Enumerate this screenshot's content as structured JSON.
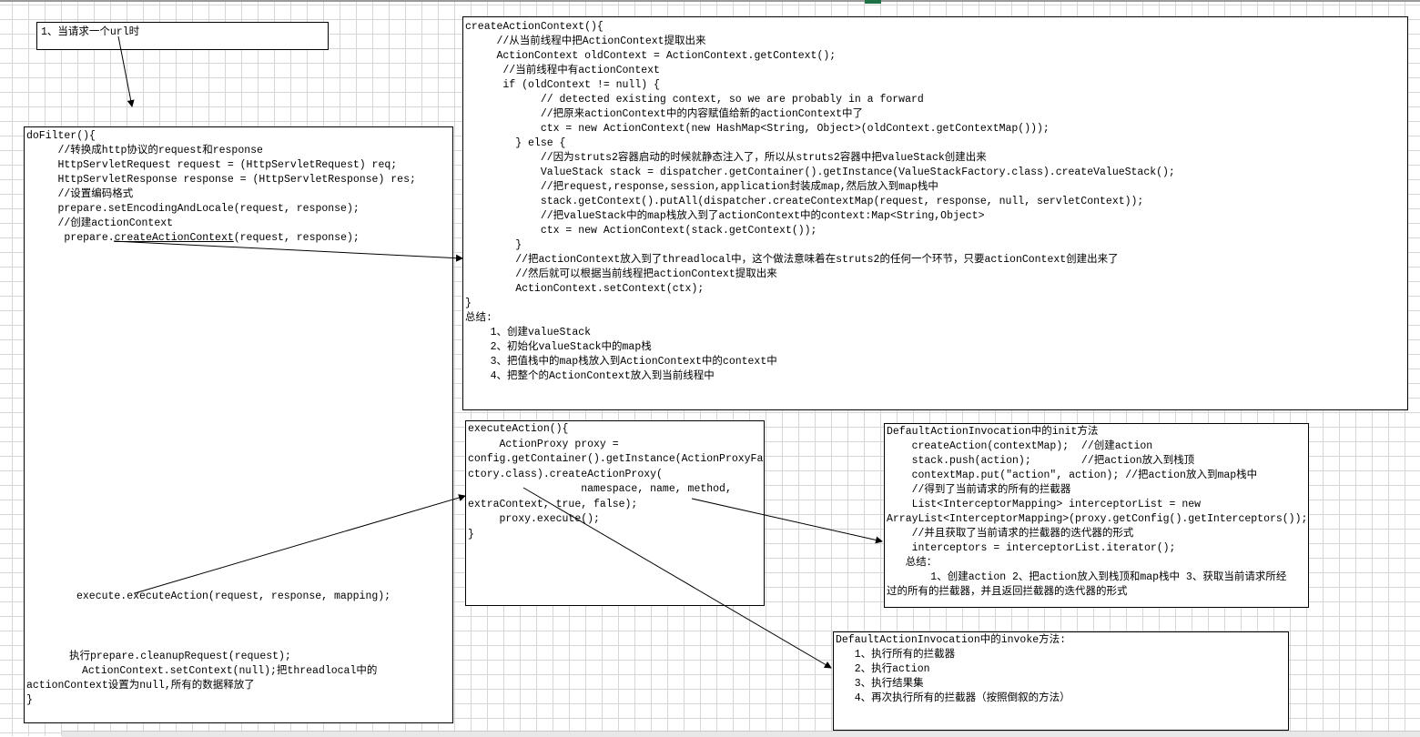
{
  "url_box": {
    "text": "1、当请求一个url时"
  },
  "dofilter": {
    "lines": [
      "doFilter(){",
      "     //转换成http协议的request和response",
      "     HttpServletRequest request = (HttpServletRequest) req;",
      "     HttpServletResponse response = (HttpServletResponse) res;",
      "     //设置编码格式",
      "     prepare.setEncodingAndLocale(request, response);",
      "     //创建actionContext"
    ],
    "create_prefix": "      prepare.",
    "create_link": "createActionContext",
    "create_suffix": "(request, response);",
    "execute_line": "execute.executeAction(request, response, mapping);",
    "cleanup_line": "执行prepare.cleanupRequest(request);",
    "setcontext_line": "ActionContext.setContext(null);把threadlocal中的",
    "null_line": "actionContext设置为null,所有的数据释放了",
    "close": "}"
  },
  "create_action_context": {
    "lines": [
      "createActionContext(){",
      "     //从当前线程中把ActionContext提取出来",
      "     ActionContext oldContext = ActionContext.getContext();",
      "      //当前线程中有actionContext",
      "      if (oldContext != null) {",
      "            // detected existing context, so we are probably in a forward",
      "            //把原来actionContext中的内容赋值给新的actionContext中了",
      "            ctx = new ActionContext(new HashMap<String, Object>(oldContext.getContextMap()));",
      "        } else {",
      "            //因为struts2容器启动的时候就静态注入了，所以从struts2容器中把valueStack创建出来",
      "            ValueStack stack = dispatcher.getContainer().getInstance(ValueStackFactory.class).createValueStack();",
      "            //把request,response,session,application封装成map,然后放入到map栈中",
      "            stack.getContext().putAll(dispatcher.createContextMap(request, response, null, servletContext));",
      "            //把valueStack中的map栈放入到了actionContext中的context:Map<String,Object>",
      "            ctx = new ActionContext(stack.getContext());",
      "        }",
      "        //把actionContext放入到了threadlocal中，这个做法意味着在struts2的任何一个环节，只要actionContext创建出来了",
      "        //然后就可以根据当前线程把actionContext提取出来",
      "        ActionContext.setContext(ctx);",
      "}",
      "总结:",
      "    1、创建valueStack",
      "    2、初始化valueStack中的map栈",
      "    3、把值栈中的map栈放入到ActionContext中的context中",
      "    4、把整个的ActionContext放入到当前线程中"
    ]
  },
  "execute_action": {
    "lines": [
      "executeAction(){",
      "     ActionProxy proxy =",
      "config.getContainer().getInstance(ActionProxyFa",
      "ctory.class).createActionProxy(",
      "                  namespace, name, method,",
      "extraContext, true, false);",
      "     proxy.execute();",
      "}"
    ]
  },
  "init_method": {
    "lines": [
      "DefaultActionInvocation中的init方法",
      "    createAction(contextMap);  //创建action",
      "    stack.push(action);        //把action放入到栈顶",
      "    contextMap.put(\"action\", action); //把action放入到map栈中",
      "    //得到了当前请求的所有的拦截器",
      "    List<InterceptorMapping> interceptorList = new",
      "ArrayList<InterceptorMapping>(proxy.getConfig().getInterceptors());",
      "    //并且获取了当前请求的拦截器的迭代器的形式",
      "    interceptors = interceptorList.iterator();",
      "   总结：",
      "       1、创建action 2、把action放入到栈顶和map栈中 3、获取当前请求所经",
      "过的所有的拦截器，并且返回拦截器的迭代器的形式"
    ]
  },
  "invoke_method": {
    "lines": [
      "DefaultActionInvocation中的invoke方法:",
      "   1、执行所有的拦截器",
      "   2、执行action",
      "   3、执行结果集",
      "   4、再次执行所有的拦截器（按照倒叙的方法）"
    ]
  }
}
